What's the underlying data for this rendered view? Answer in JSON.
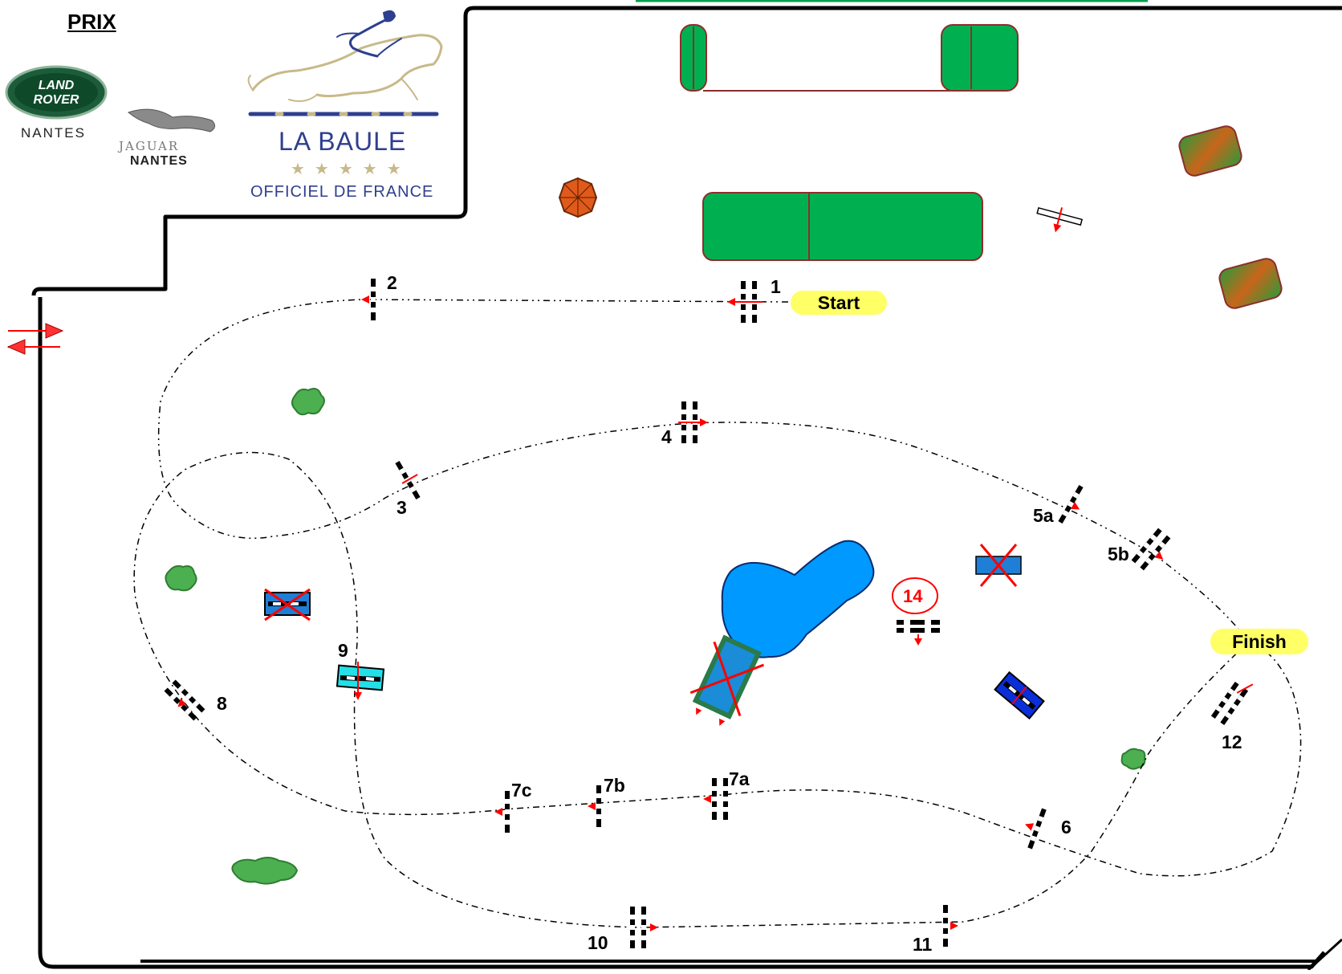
{
  "header": {
    "prix": "PRIX",
    "land_rover": {
      "line1": "LAND",
      "line2": "ROVER",
      "city": "NANTES"
    },
    "jaguar": {
      "word": "JAGUAR",
      "city": "NANTES"
    },
    "la_baule": {
      "title": "LA BAULE",
      "stars": "★★★★★",
      "subtitle": "OFFICIEL DE FRANCE"
    }
  },
  "course": {
    "start_label": "Start",
    "finish_label": "Finish",
    "fences": [
      {
        "id": "1",
        "label": "1"
      },
      {
        "id": "2",
        "label": "2"
      },
      {
        "id": "3",
        "label": "3"
      },
      {
        "id": "4",
        "label": "4"
      },
      {
        "id": "5a",
        "label": "5a"
      },
      {
        "id": "5b",
        "label": "5b"
      },
      {
        "id": "6",
        "label": "6"
      },
      {
        "id": "7a",
        "label": "7a"
      },
      {
        "id": "7b",
        "label": "7b"
      },
      {
        "id": "7c",
        "label": "7c"
      },
      {
        "id": "8",
        "label": "8"
      },
      {
        "id": "9",
        "label": "9"
      },
      {
        "id": "10",
        "label": "10"
      },
      {
        "id": "11",
        "label": "11"
      },
      {
        "id": "12",
        "label": "12"
      },
      {
        "id": "14",
        "label": "14"
      }
    ]
  },
  "colors": {
    "arena_line": "#000000",
    "grass_island": "#00b050",
    "island_border": "#8b2e2e",
    "water": "#0099ff",
    "start_finish_bg": "#ffff66",
    "arrow": "#ff0000",
    "bush": "#2e7d32",
    "logo_blue": "#2e3f8f"
  }
}
